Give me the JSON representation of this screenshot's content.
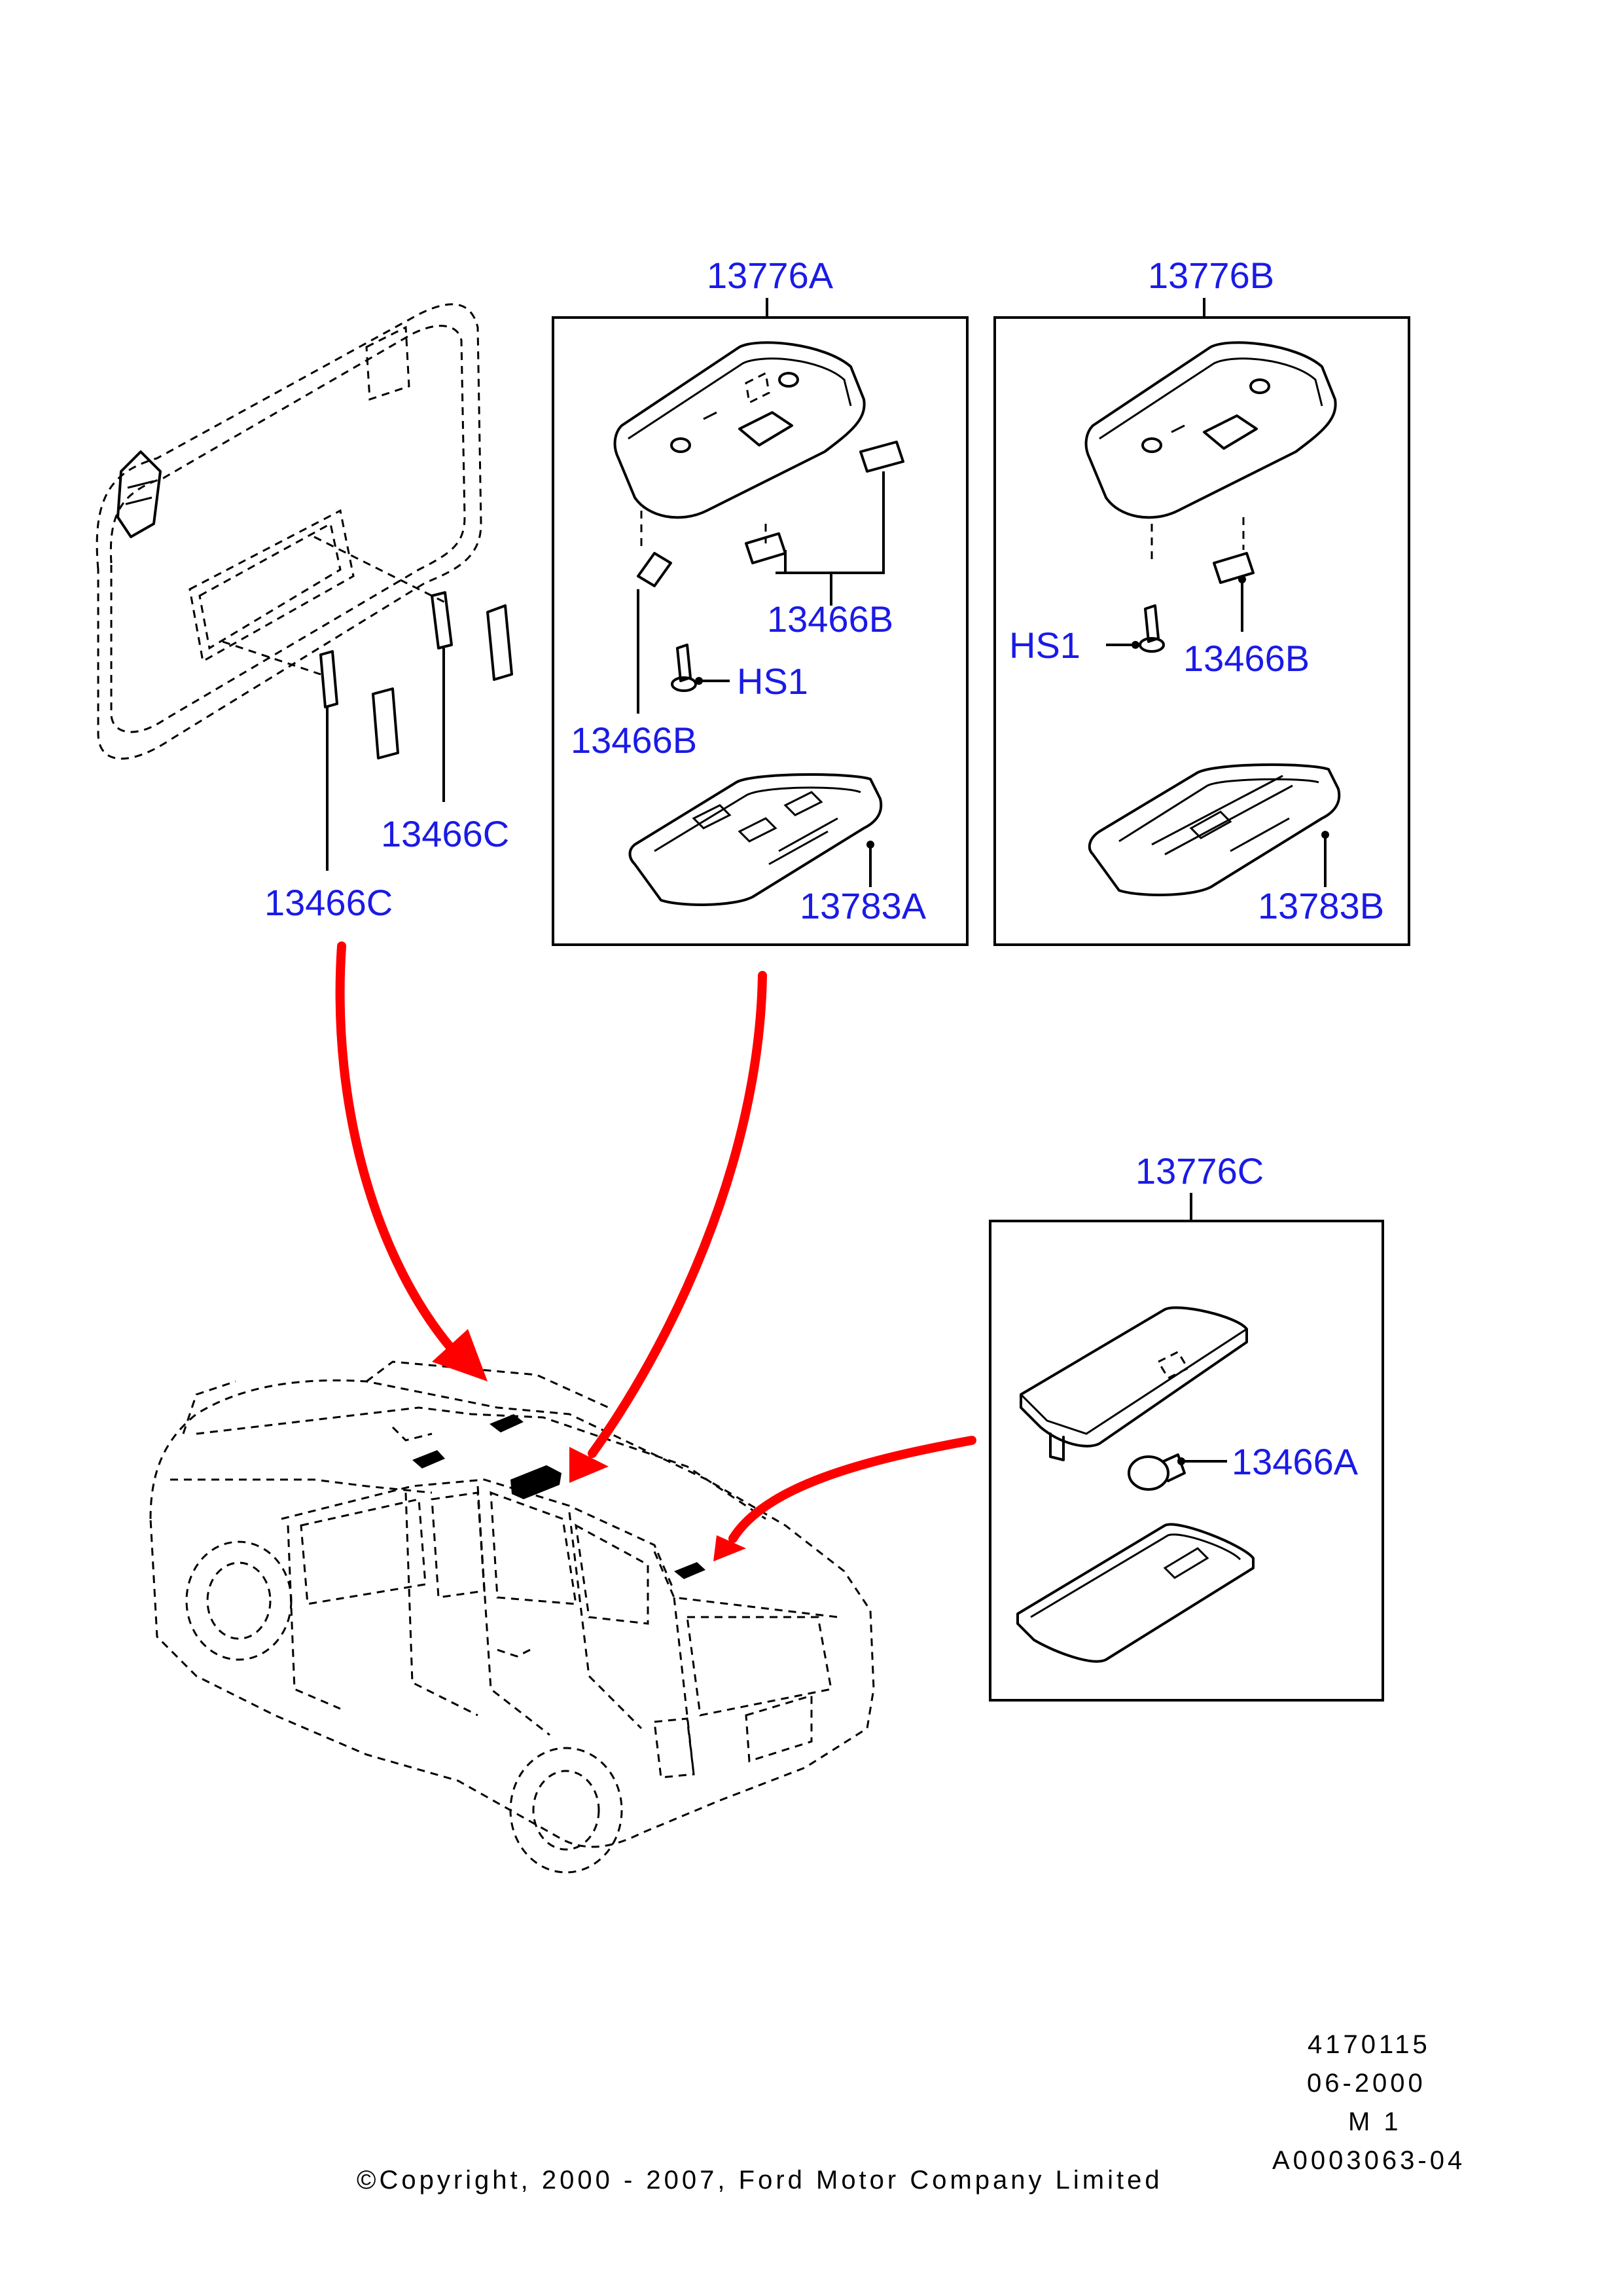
{
  "callouts": {
    "kit_a": "13776A",
    "kit_b": "13776B",
    "kit_c": "13776C",
    "bulb_b_a1": "13466B",
    "bulb_b_a2": "13466B",
    "bulb_b_b": "13466B",
    "screw_a": "HS1",
    "screw_b": "HS1",
    "lens_a": "13783A",
    "lens_b": "13783B",
    "bulb_c1": "13466C",
    "bulb_c2": "13466C",
    "bulb_a": "13466A"
  },
  "footer": {
    "ref_number": "4170115",
    "date": "06-2000",
    "model": "M 1",
    "doc_code": "A0003063-04",
    "copyright": "©Copyright, 2000 - 2007, Ford Motor Company Limited"
  },
  "colors": {
    "label": "#1a1ae6",
    "arrow": "#ff0000",
    "line": "#000000"
  }
}
